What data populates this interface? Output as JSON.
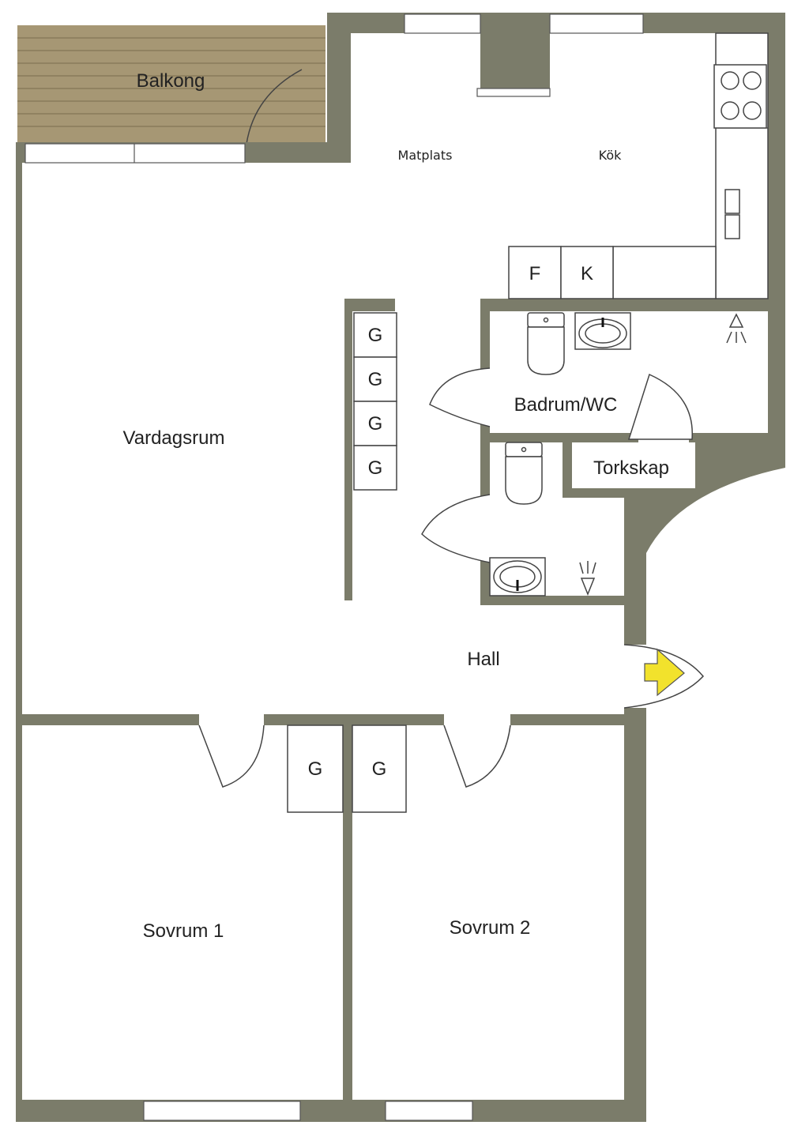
{
  "plan": {
    "colors": {
      "wall": "#7b7c6a",
      "balcony_deck": "#a69774",
      "balcony_line": "#7a6d4e",
      "entry_arrow": "#f2e22c"
    },
    "rooms": {
      "balkong": "Balkong",
      "matplats": "Matplats",
      "kok": "Kök",
      "vardagsrum": "Vardagsrum",
      "badrum": "Badrum/WC",
      "torkskap": "Torkskap",
      "hall": "Hall",
      "sovrum1": "Sovrum 1",
      "sovrum2": "Sovrum 2"
    },
    "appliances": {
      "fridge": "F",
      "freezer": "K"
    },
    "wardrobes": {
      "living_1": "G",
      "living_2": "G",
      "living_3": "G",
      "living_4": "G",
      "bedroom1": "G",
      "bedroom2": "G"
    },
    "icons": {
      "entry": "entry-arrow-icon",
      "stove": "stove-icon",
      "toilet": "toilet-icon",
      "sink": "sink-icon",
      "shower": "shower-icon"
    }
  }
}
